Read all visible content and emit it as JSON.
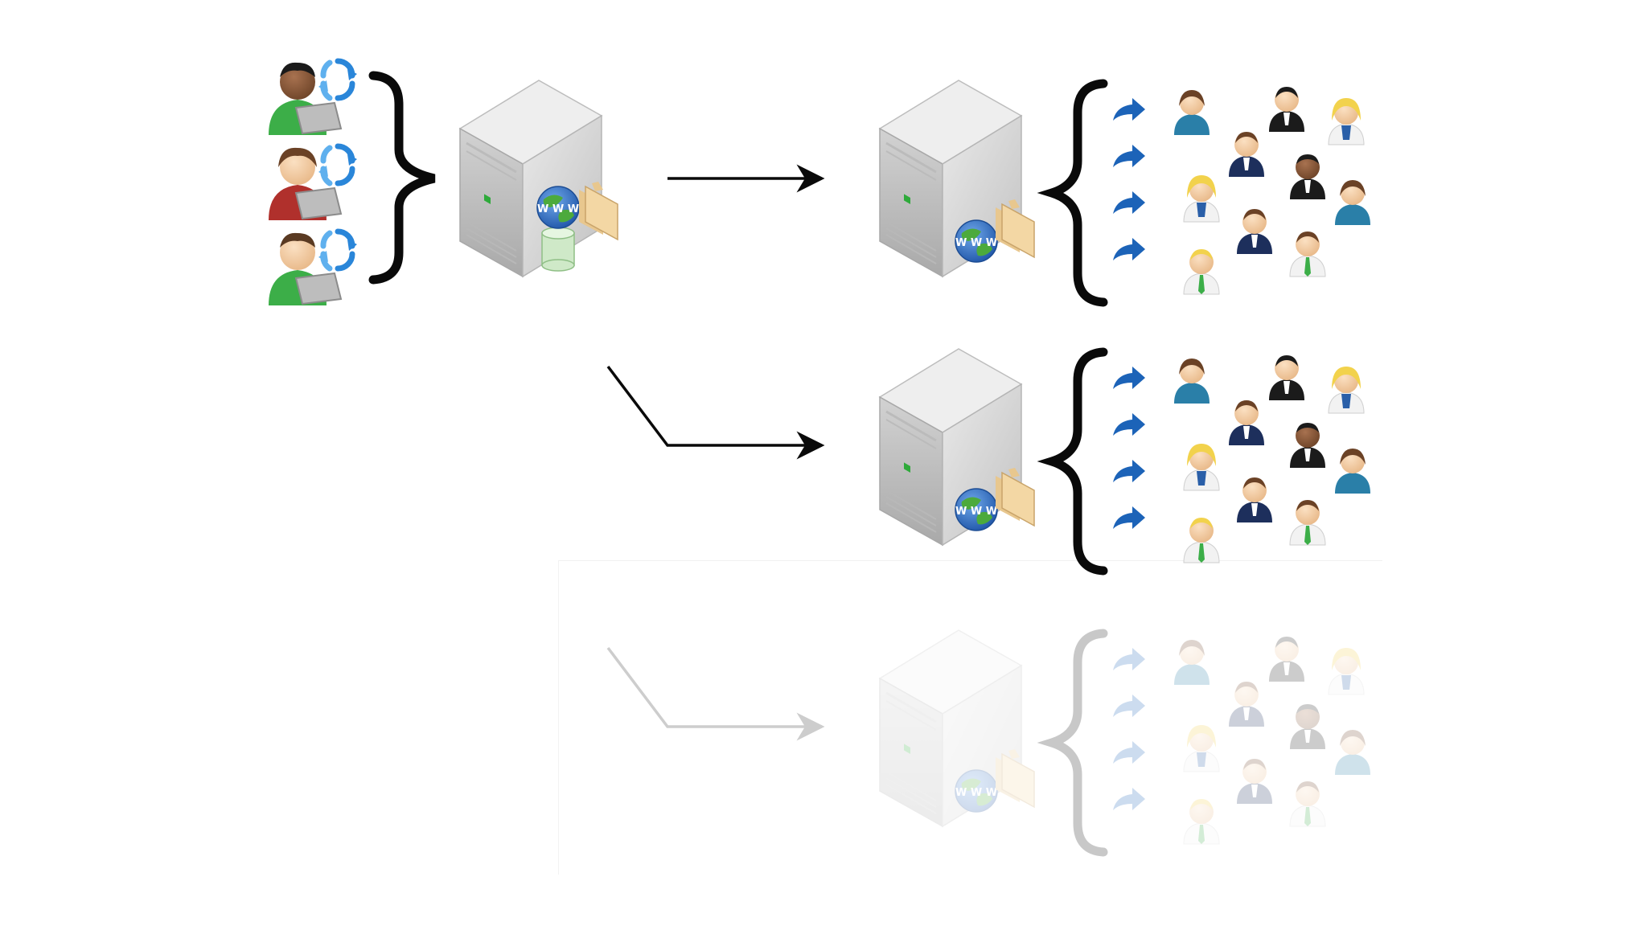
{
  "diagram": {
    "colors": {
      "background": "#ffffff",
      "brace": "#0a0a0a",
      "arrow": "#0a0a0a",
      "server_light": "#e6e6e6",
      "server_mid": "#c9c9c9",
      "server_dark": "#a3a3a3",
      "server_led": "#2eaa3a",
      "globe_ocean": "#2f6fc4",
      "globe_land": "#4caa3c",
      "folder": "#f3d7a4",
      "database": "#cfe9c8",
      "sync_icon": "#2a86d9",
      "share_arrow": "#1c63b8",
      "shirt_green": "#3cae48",
      "shirt_red": "#b0302c",
      "laptop": "#bdbdbd",
      "suit_navy": "#1d2f5c",
      "suit_black": "#1b1b1b",
      "suit_teal": "#2a7fa8",
      "suit_white": "#f2f2f2",
      "hair_blonde": "#f2d24c",
      "hair_brown": "#6b4226",
      "hair_black": "#1b1b1b",
      "skin_light": "#f5cfa8",
      "skin_dark": "#8a5a3a"
    },
    "authors": [
      {
        "role": "author",
        "shirt": "green",
        "skin": "dark"
      },
      {
        "role": "author",
        "shirt": "red",
        "skin": "light"
      },
      {
        "role": "author",
        "shirt": "green",
        "skin": "light"
      }
    ],
    "origin_server": {
      "icons": [
        "globe-icon",
        "database-icon",
        "folder-icon"
      ]
    },
    "replica_servers": [
      {
        "icons": [
          "globe-icon",
          "folder-icon"
        ],
        "faded": false
      },
      {
        "icons": [
          "globe-icon",
          "folder-icon"
        ],
        "faded": false
      },
      {
        "icons": [
          "globe-icon",
          "folder-icon"
        ],
        "faded": true
      }
    ],
    "audience_per_group": 11,
    "share_arrows_per_group": 4
  }
}
